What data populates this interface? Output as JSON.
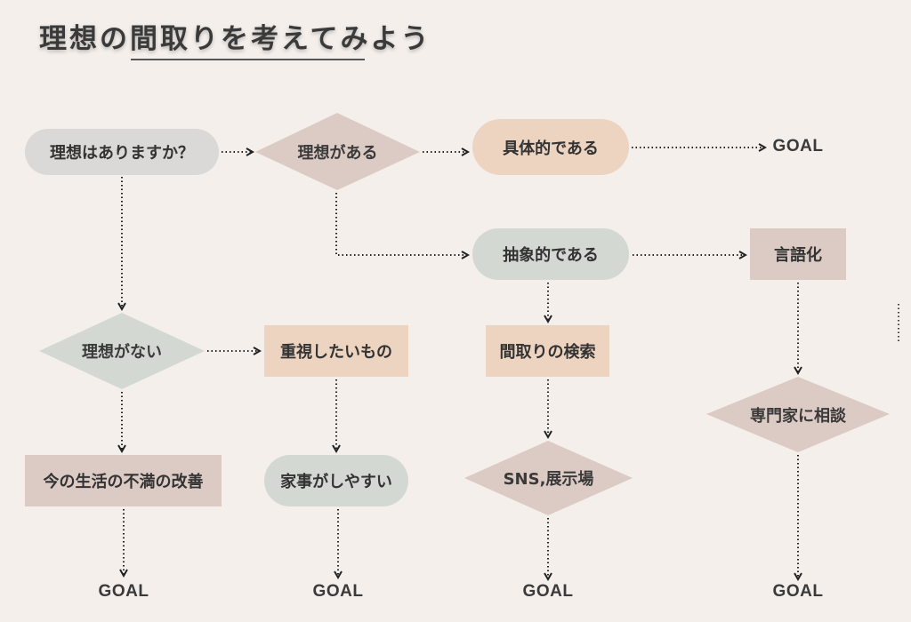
{
  "title": "理想の間取りを考えてみよう",
  "colors": {
    "background": "#f4efeb",
    "grey": "#dbd9d7",
    "taupe": "#dccbc4",
    "peach": "#ecd4c0",
    "sage": "#d3d9d2",
    "line": "#222222"
  },
  "nodes": {
    "question": "理想はありますか？",
    "has_ideal": "理想がある",
    "concrete": "具体的である",
    "abstract": "抽象的である",
    "verbalize": "言語化",
    "no_ideal": "理想がない",
    "priorities": "重視したいもの",
    "search_floorplans": "間取りの検索",
    "consult_expert": "専門家に相談",
    "improve_dissatisfaction": "今の生活の不満の改善",
    "easy_housework": "家事がしやすい",
    "sns_showroom": "SNS,展示場"
  },
  "goals": {
    "concrete_goal": "GOAL",
    "goal_1": "GOAL",
    "goal_2": "GOAL",
    "goal_3": "GOAL",
    "goal_4": "GOAL"
  }
}
